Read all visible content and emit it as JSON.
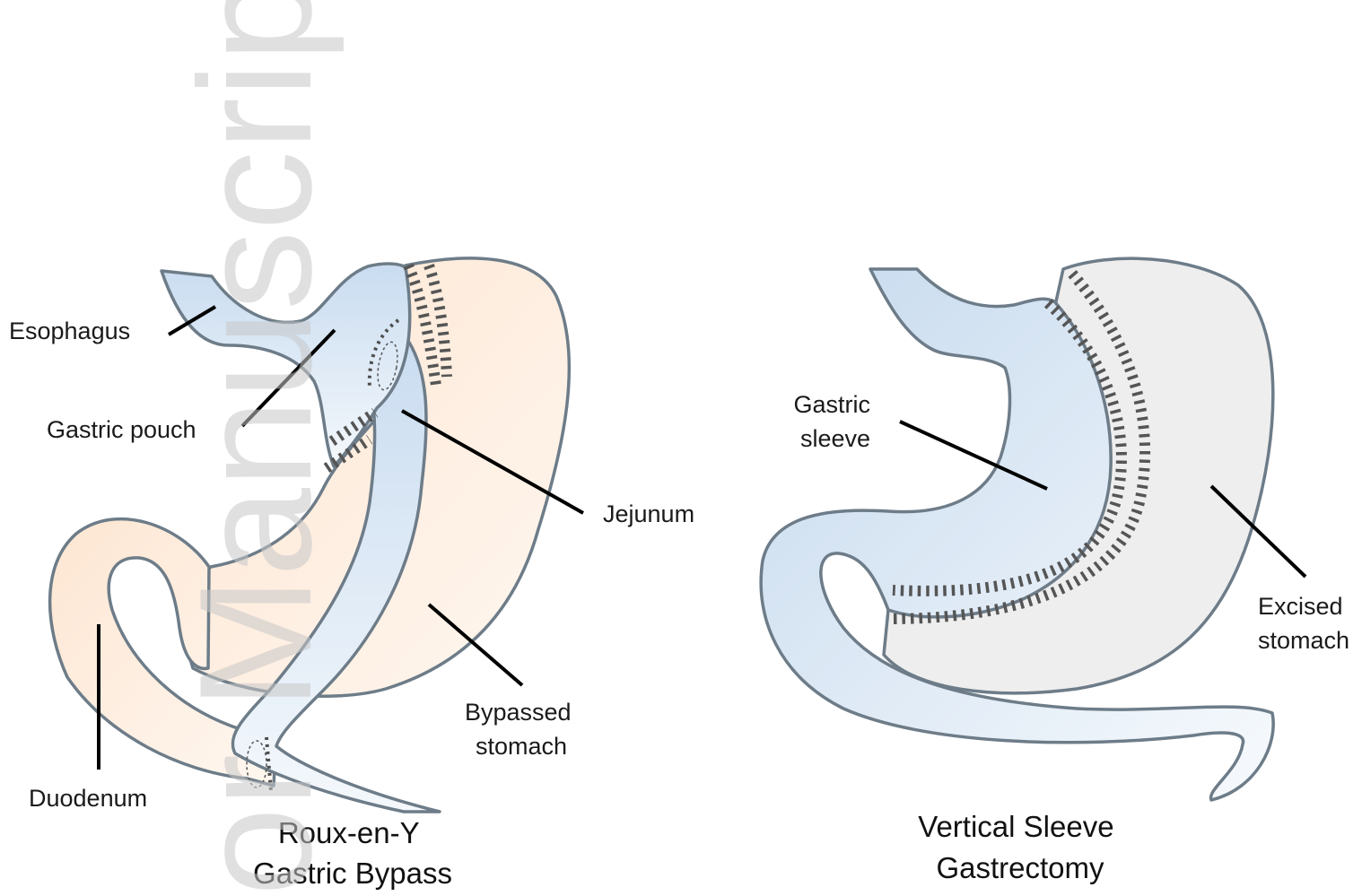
{
  "watermark": "or Manuscript",
  "colors": {
    "outline": "#6d7c88",
    "pouch_fill": "#d9e6f3",
    "bypassed_fill": "#fdeee2",
    "excised_fill": "#eeeeee",
    "staples": "#555555",
    "leader_lines": "#000000"
  },
  "panels": [
    {
      "caption": [
        "Roux-en-Y",
        "Gastric Bypass"
      ],
      "labels": {
        "esophagus": "Esophagus",
        "gastric_pouch": "Gastric pouch",
        "jejunum": "Jejunum",
        "bypassed_stomach": [
          "Bypassed",
          "stomach"
        ],
        "duodenum": "Duodenum"
      }
    },
    {
      "caption": [
        "Vertical Sleeve",
        "Gastrectomy"
      ],
      "labels": {
        "gastric_sleeve": [
          "Gastric",
          "sleeve"
        ],
        "excised_stomach": [
          "Excised",
          "stomach"
        ]
      }
    }
  ]
}
